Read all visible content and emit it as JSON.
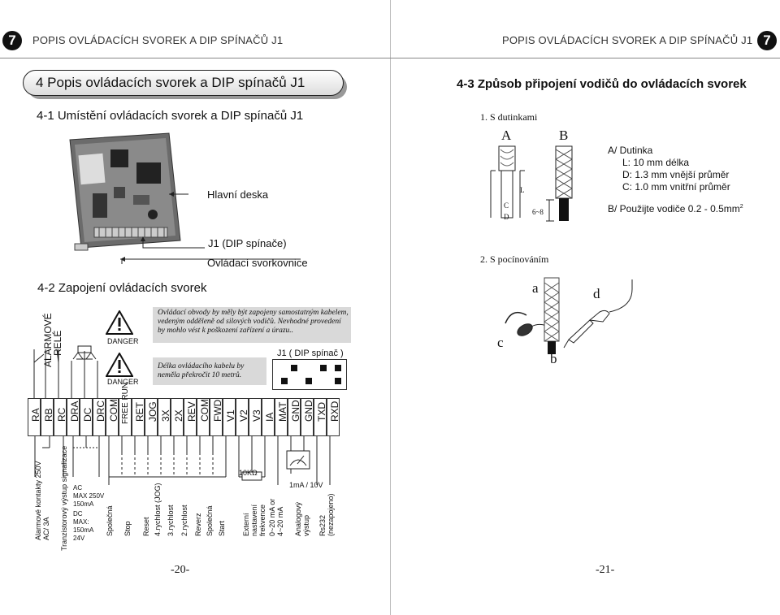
{
  "left_page": {
    "chapter_number": "7",
    "header": "POPIS OVLÁDACÍCH SVOREK A DIP SPÍNAČŮ J1",
    "title": "4 Popis ovládacích svorek a DIP spínačů J1",
    "sec1_title": "4-1 Umístění ovládacích svorek a DIP spínačů J1",
    "callout_board": "Hlavní deska",
    "callout_dip": "J1 (DIP spínače)",
    "callout_terminal": "Ovládací svorkovnice",
    "sec2_title": "4-2 Zapojení ovládacích svorek",
    "relay_label_line1": "ALARMOVÉ",
    "relay_label_line2": "RELÉ",
    "danger1": "DANGER",
    "danger2": "DANGER",
    "warning1": "Ovládací obvody by měly být zapojeny samostatným kabelem, vedeným odděleně od silových vodičů. Nevhodné provedení by mohlo vést k poškození zařízení a úrazu..",
    "warning2": "Délka ovládacího kabelu by neměla překročit 10 metrů.",
    "dip_label": "J1 ( DIP spínač )",
    "terminals": [
      "RA",
      "RB",
      "RC",
      "DRA",
      "DC",
      "DRC",
      "COM",
      "FREE RUN",
      "RET",
      "JOG",
      "3X",
      "2X",
      "REV",
      "COM",
      "FWD",
      "V1",
      "V2",
      "V3",
      "IA",
      "MAT",
      "GND",
      "GND",
      "TXD",
      "RXD"
    ],
    "resistor_label": "10KΩ",
    "meter_label": "1mA / 10V",
    "desc": {
      "alarm": "Alarmové kontakty 250V AC/ 3A",
      "transistor": "Tranzistorový výstup signalizace",
      "ac": "AC",
      "ac_max": "MAX 250V",
      "ac_current": "150mA",
      "dc": "DC",
      "dc_max": "MAX:",
      "dc_current": "150mA",
      "dc_voltage": "24V",
      "common1": "Společná",
      "stop": "Stop",
      "reset": "Reset",
      "speed4": "4.rychlost (JOG)",
      "speed3": "3.rychlost",
      "speed2": "2.rychlost",
      "reverse": "Reverz",
      "common2": "Společná",
      "start": "Start",
      "ext_freq": "Externí nastavení frekvence",
      "current_in": "0~20 mA or 4~20 mA",
      "analog_out": "Analogový výstup",
      "rs232": "Rs232 (nezapojeno)"
    },
    "page_number": "-20-"
  },
  "right_page": {
    "chapter_number": "7",
    "header": "POPIS OVLÁDACÍCH SVOREK A DIP SPÍNAČŮ J1",
    "sec3_title": "4-3 Způsob připojení vodičů do ovládacích svorek",
    "method1": "1. S dutinkami",
    "label_A": "A",
    "label_B": "B",
    "label_C": "C",
    "label_D": "D",
    "label_L": "L",
    "label_68": "6~8",
    "spec_a_title": "A/ Dutinka",
    "spec_a_L": "L: 10 mm délka",
    "spec_a_D": "D: 1.3 mm vnější průměr",
    "spec_a_C": "C: 1.0 mm vnitřní průměr",
    "spec_b": "B/ Použijte vodiče 0.2 - 0.5mm",
    "spec_b_sup": "2",
    "method2": "2. S pocínováním",
    "label_a": "a",
    "label_b": "b",
    "label_c": "c",
    "label_d": "d",
    "page_number": "-21-"
  }
}
